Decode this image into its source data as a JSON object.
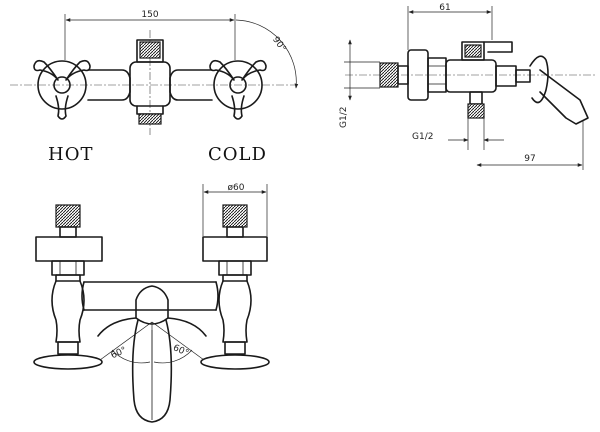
{
  "labels": {
    "hot": "HOT",
    "cold": "COLD"
  },
  "dimensions": {
    "handle_spacing": "150",
    "handle_rotation": "90°",
    "side_depth": "61",
    "inlet_thread": "G1/2",
    "outlet_thread": "G1/2",
    "spout_reach": "97",
    "flange_diameter": "ø60",
    "lever_angle_left": "60°",
    "lever_angle_right": "60°"
  }
}
